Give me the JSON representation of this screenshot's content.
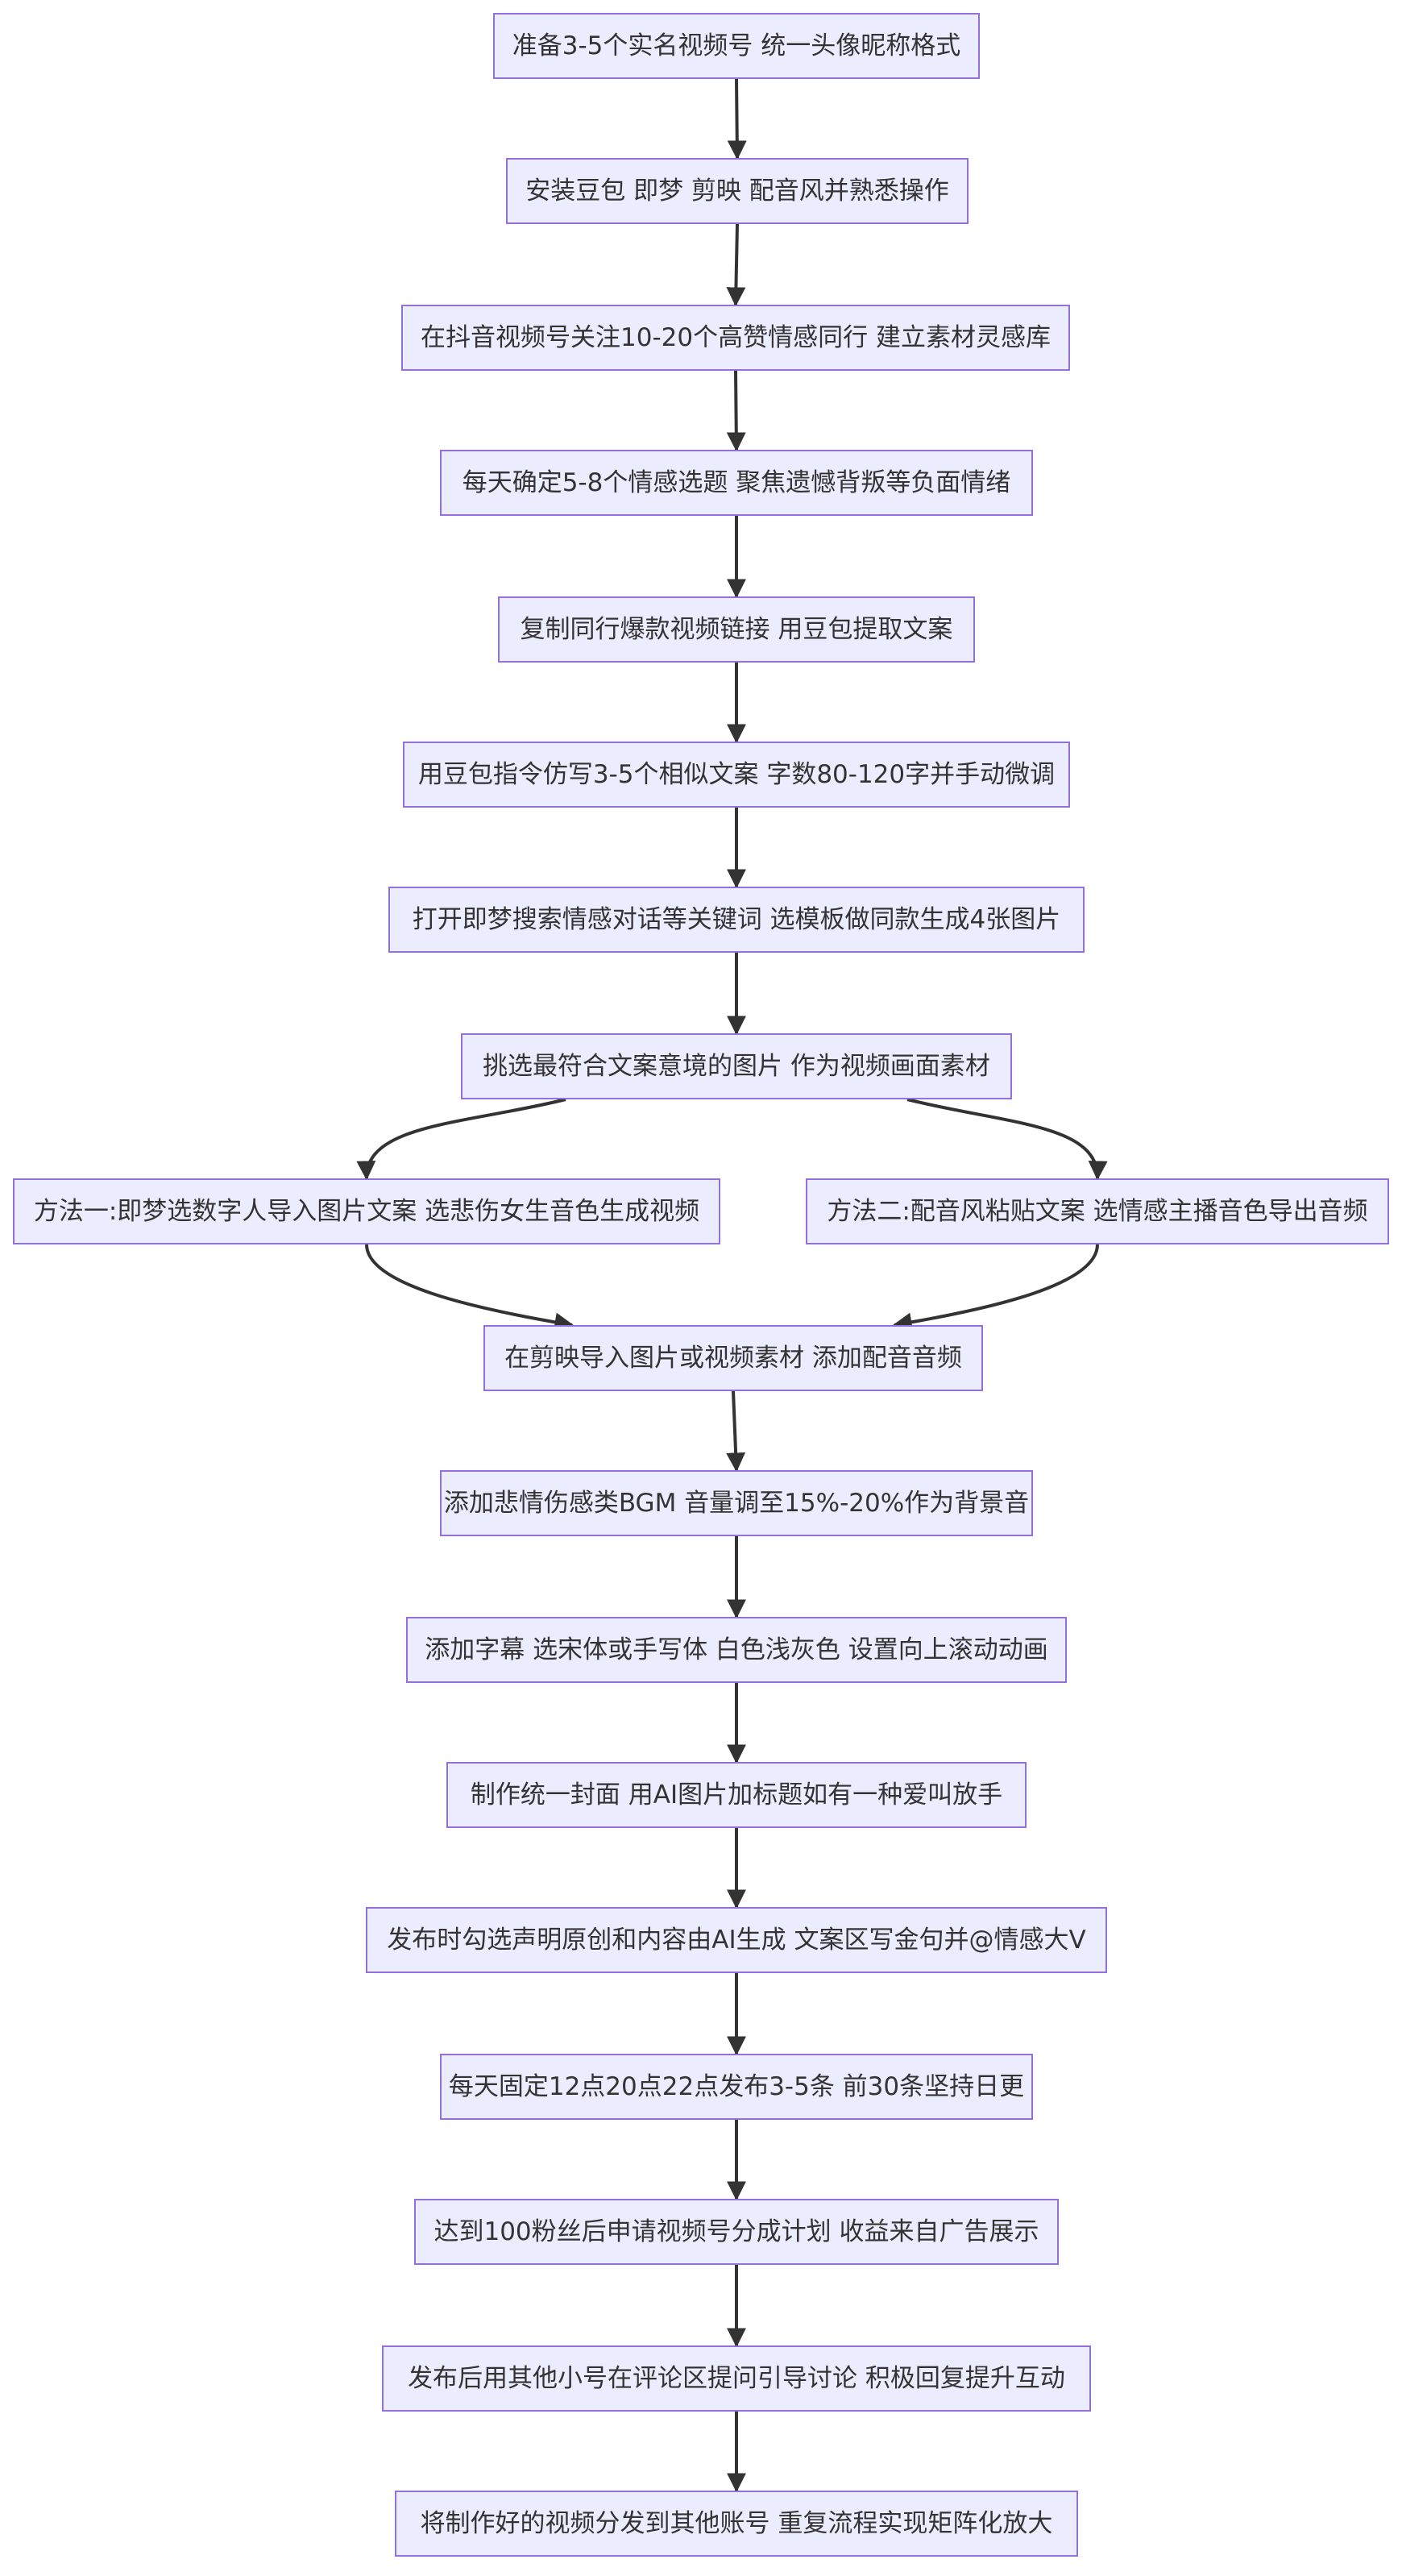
{
  "colors": {
    "node_fill": "#ececff",
    "node_border": "#9370db",
    "edge": "#333333",
    "text": "#333333",
    "background": "#ffffff"
  },
  "nodes": [
    {
      "id": "n1",
      "label": "准备3-5个实名视频号 统一头像昵称格式"
    },
    {
      "id": "n2",
      "label": "安装豆包 即梦 剪映 配音风并熟悉操作"
    },
    {
      "id": "n3",
      "label": "在抖音视频号关注10-20个高赞情感同行 建立素材灵感库"
    },
    {
      "id": "n4",
      "label": "每天确定5-8个情感选题 聚焦遗憾背叛等负面情绪"
    },
    {
      "id": "n5",
      "label": "复制同行爆款视频链接 用豆包提取文案"
    },
    {
      "id": "n6",
      "label": "用豆包指令仿写3-5个相似文案 字数80-120字并手动微调"
    },
    {
      "id": "n7",
      "label": "打开即梦搜索情感对话等关键词 选模板做同款生成4张图片"
    },
    {
      "id": "n8",
      "label": "挑选最符合文案意境的图片 作为视频画面素材"
    },
    {
      "id": "n9a",
      "label": "方法一:即梦选数字人导入图片文案 选悲伤女生音色生成视频"
    },
    {
      "id": "n9b",
      "label": "方法二:配音风粘贴文案 选情感主播音色导出音频"
    },
    {
      "id": "n10",
      "label": "在剪映导入图片或视频素材 添加配音音频"
    },
    {
      "id": "n11",
      "label": "添加悲情伤感类BGM 音量调至15%-20%作为背景音"
    },
    {
      "id": "n12",
      "label": "添加字幕 选宋体或手写体 白色浅灰色 设置向上滚动动画"
    },
    {
      "id": "n13",
      "label": "制作统一封面 用AI图片加标题如有一种爱叫放手"
    },
    {
      "id": "n14",
      "label": "发布时勾选声明原创和内容由AI生成 文案区写金句并@情感大V"
    },
    {
      "id": "n15",
      "label": "每天固定12点20点22点发布3-5条 前30条坚持日更"
    },
    {
      "id": "n16",
      "label": "达到100粉丝后申请视频号分成计划 收益来自广告展示"
    },
    {
      "id": "n17",
      "label": "发布后用其他小号在评论区提问引导讨论 积极回复提升互动"
    },
    {
      "id": "n18",
      "label": "将制作好的视频分发到其他账号 重复流程实现矩阵化放大"
    }
  ],
  "edges": [
    [
      "n1",
      "n2"
    ],
    [
      "n2",
      "n3"
    ],
    [
      "n3",
      "n4"
    ],
    [
      "n4",
      "n5"
    ],
    [
      "n5",
      "n6"
    ],
    [
      "n6",
      "n7"
    ],
    [
      "n7",
      "n8"
    ],
    [
      "n8",
      "n9a"
    ],
    [
      "n8",
      "n9b"
    ],
    [
      "n9a",
      "n10"
    ],
    [
      "n9b",
      "n10"
    ],
    [
      "n10",
      "n11"
    ],
    [
      "n11",
      "n12"
    ],
    [
      "n12",
      "n13"
    ],
    [
      "n13",
      "n14"
    ],
    [
      "n14",
      "n15"
    ],
    [
      "n15",
      "n16"
    ],
    [
      "n16",
      "n17"
    ],
    [
      "n17",
      "n18"
    ]
  ]
}
